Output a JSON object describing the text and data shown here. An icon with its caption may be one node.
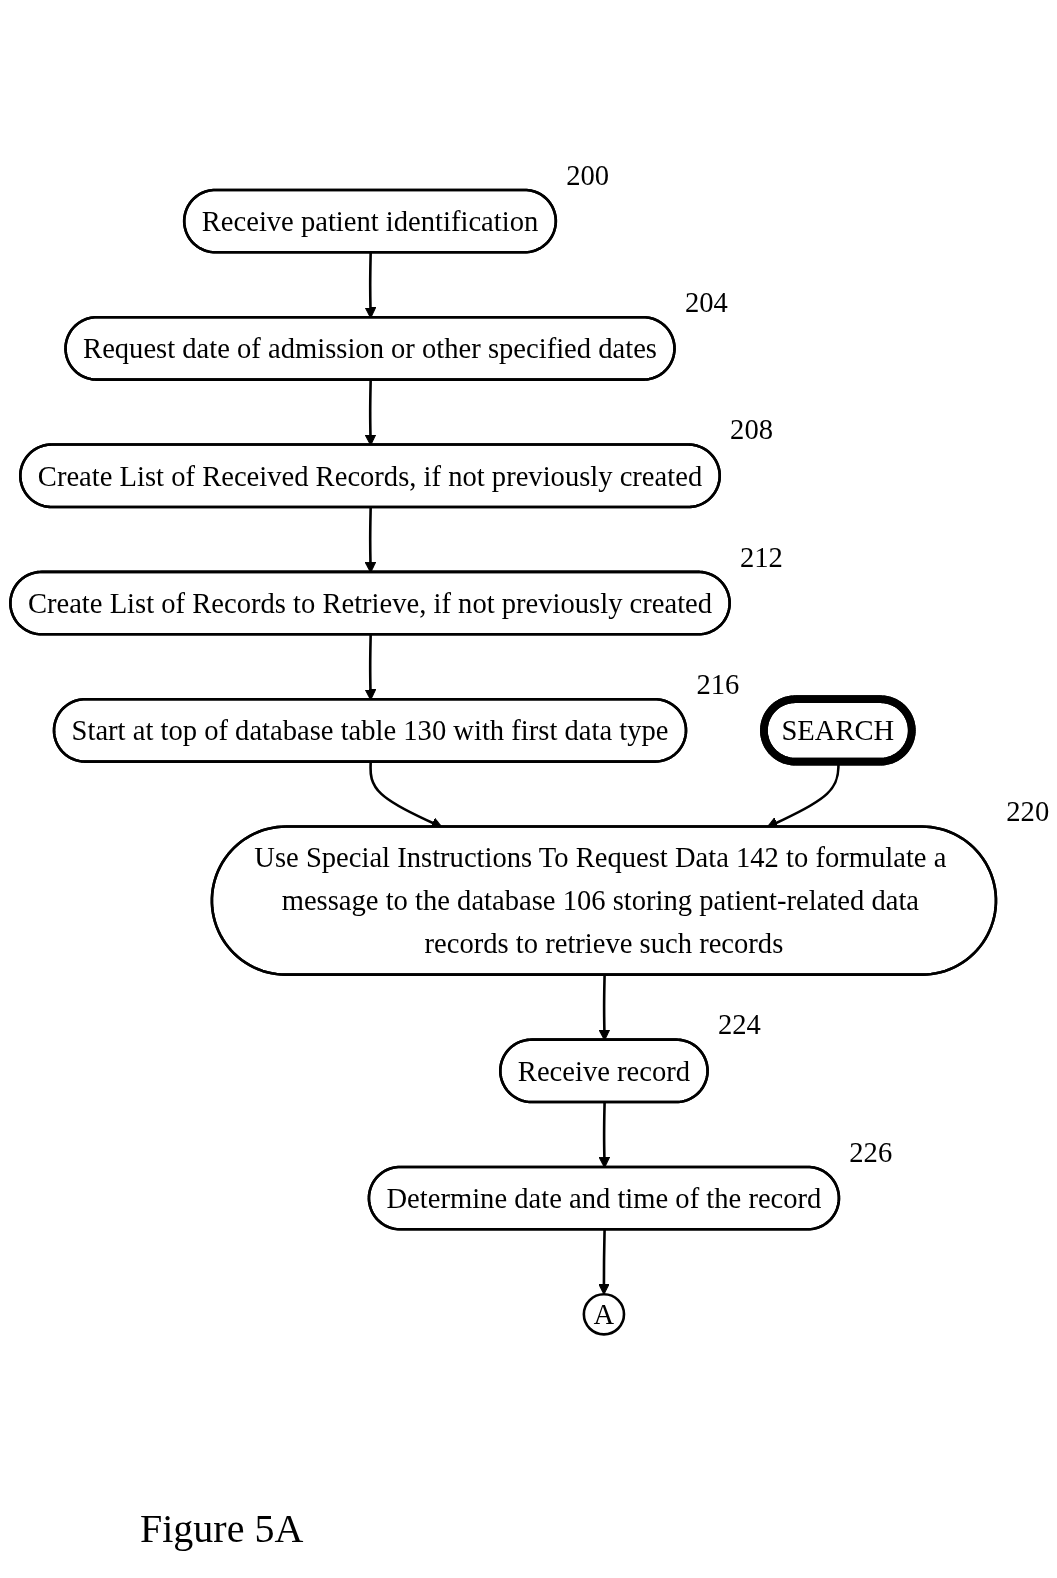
{
  "diagram": {
    "caption": "Figure 5A",
    "nodes": [
      {
        "text": [
          "Receive patient identification"
        ],
        "beside": [
          "200"
        ]
      },
      {
        "text": [
          "Request date of admission or other specified dates"
        ],
        "beside": [
          "204"
        ]
      },
      {
        "text": [
          "Create List of Received Records, if not previously created"
        ],
        "beside": [
          "208"
        ]
      },
      {
        "text": [
          "Create List of Records to Retrieve, if not previously created"
        ],
        "beside": [
          "212"
        ]
      },
      {
        "text": [
          "Start at top of database table 130 with first data type"
        ],
        "beside": [
          "216"
        ]
      },
      {
        "text": [
          "SEARCH"
        ]
      },
      {
        "text": [
          "Use Special Instructions To Request Data 142 to formulate a message to the database 106 storing patient-related data records to retrieve such records"
        ],
        "beside": [
          "220"
        ]
      },
      {
        "text": [
          "Receive record"
        ],
        "beside": [
          "224"
        ]
      },
      {
        "text": [
          "Determine date and time of the record"
        ],
        "beside": [
          "226"
        ]
      },
      {
        "text": [
          "A"
        ]
      }
    ],
    "edges": [
      {
        "from": 0,
        "to": 1,
        "arrow": "to"
      },
      {
        "from": 1,
        "to": 2,
        "arrow": "to"
      },
      {
        "from": 2,
        "to": 3,
        "arrow": "to"
      },
      {
        "from": 3,
        "to": 4,
        "arrow": "to"
      },
      {
        "from": 4,
        "to": 6,
        "arrow": "to"
      },
      {
        "from": 5,
        "to": 6,
        "arrow": "to"
      },
      {
        "from": 6,
        "to": 7,
        "arrow": "to"
      },
      {
        "from": 7,
        "to": 8,
        "arrow": "to"
      },
      {
        "from": 8,
        "to": 9,
        "arrow": "to"
      }
    ]
  }
}
